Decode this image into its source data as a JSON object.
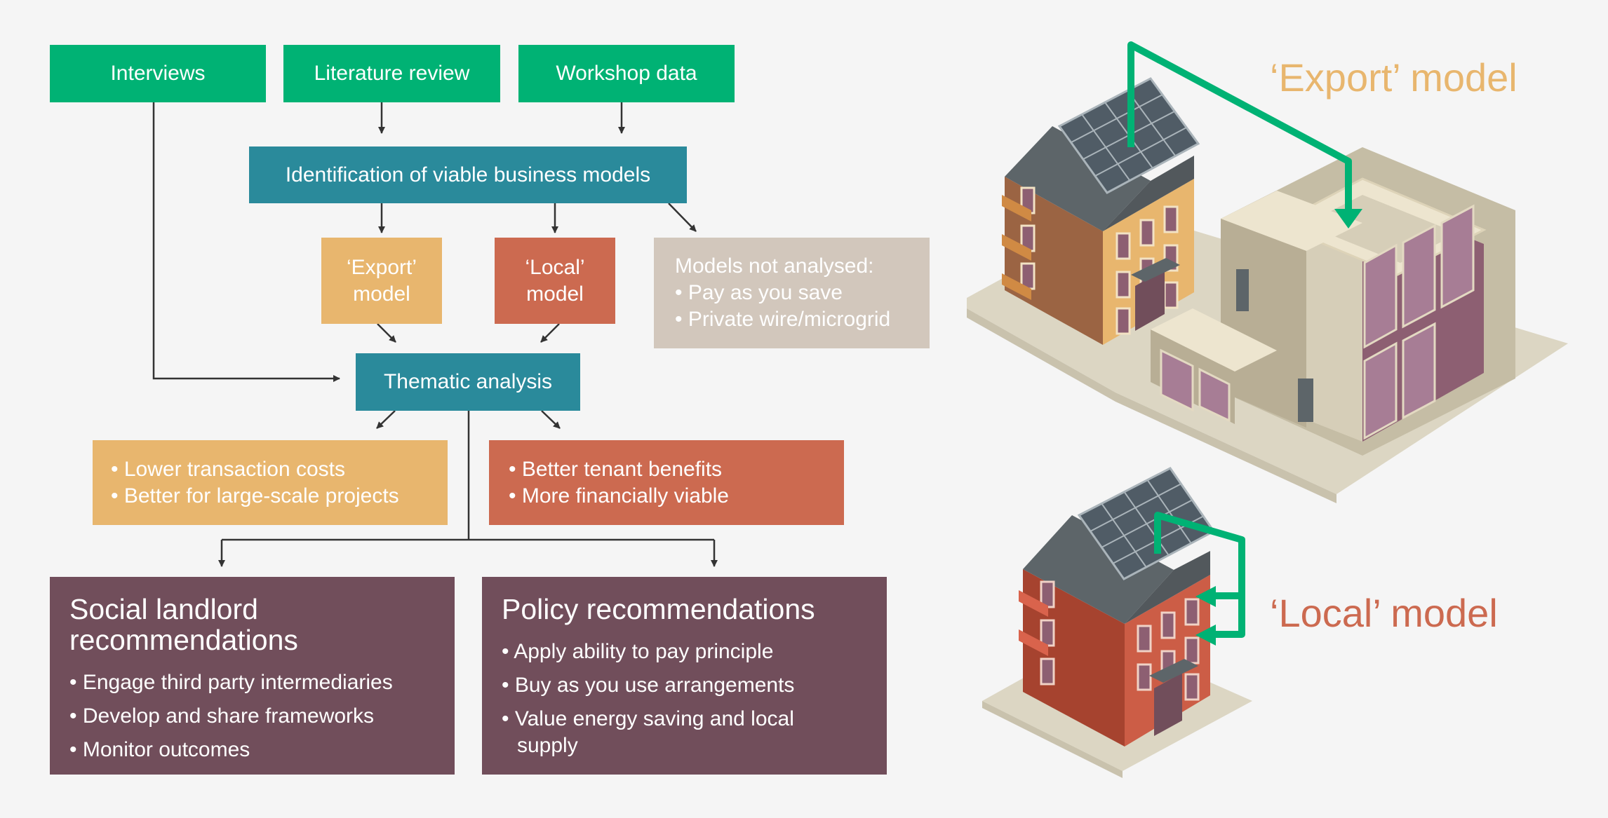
{
  "sources": {
    "interviews": "Interviews",
    "literature": "Literature review",
    "workshop": "Workshop data"
  },
  "identification": "Identification of viable business models",
  "export_model": {
    "line1": "‘Export’",
    "line2": "model"
  },
  "local_model": {
    "line1": "‘Local’",
    "line2": "model"
  },
  "not_analysed": {
    "title": "Models not analysed:",
    "items": [
      "Pay as you save",
      "Private wire/microgrid"
    ]
  },
  "thematic": "Thematic analysis",
  "export_findings": [
    "Lower transaction costs",
    "Better for large-scale projects"
  ],
  "local_findings": [
    "Better tenant benefits",
    "More financially viable"
  ],
  "landlord": {
    "title_line1": "Social landlord",
    "title_line2": "recommendations",
    "items": [
      "Engage third party intermediaries",
      "Develop and share frameworks",
      "Monitor outcomes"
    ]
  },
  "policy": {
    "title": "Policy recommendations",
    "items": [
      "Apply ability to pay principle",
      "Buy as you use arrangements",
      "Value energy saving and local supply"
    ]
  },
  "illustration": {
    "export_label": "‘Export’ model",
    "local_label": "‘Local’ model",
    "colors": {
      "export": "#e8b66e",
      "local": "#cc6a50",
      "arrow": "#00b274",
      "plum": "#714e5b",
      "teal": "#2a8a9b"
    }
  }
}
